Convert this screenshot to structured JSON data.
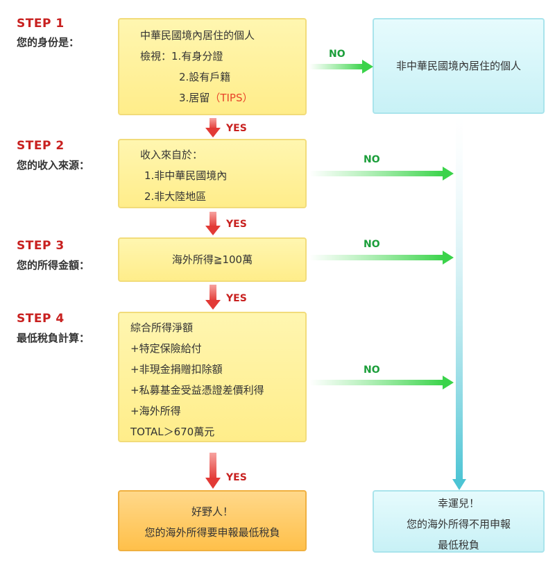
{
  "steps": [
    {
      "title": "STEP 1",
      "subtitle": "您的身份是："
    },
    {
      "title": "STEP 2",
      "subtitle": "您的收入來源："
    },
    {
      "title": "STEP 3",
      "subtitle": "您的所得金額："
    },
    {
      "title": "STEP 4",
      "subtitle": "最低稅負計算："
    }
  ],
  "box1": {
    "heading": "中華民國境內居住的個人",
    "check_label": "檢視：",
    "items": [
      "1.有身分證",
      "2.設有戶籍",
      "3.居留"
    ],
    "tips": "（TIPS）"
  },
  "box2": {
    "heading": "收入來自於：",
    "items": [
      "1.非中華民國境內",
      "2.非大陸地區"
    ]
  },
  "box3": {
    "text": "海外所得≧100萬"
  },
  "box4": {
    "lines": [
      "綜合所得淨額",
      "+特定保險給付",
      "+非現金捐贈扣除額",
      "+私募基金受益憑證差價利得",
      "+海外所得",
      "TOTAL＞670萬元"
    ]
  },
  "result_yes": {
    "line1": "好野人！",
    "line2": "您的海外所得要申報最低稅負"
  },
  "non_resident": {
    "text": "非中華民國境內居住的個人"
  },
  "result_no": {
    "line1": "幸運兒！",
    "line2": "您的海外所得不用申報",
    "line3": "最低稅負"
  },
  "labels": {
    "yes": "YES",
    "no": "NO"
  },
  "colors": {
    "red": "#c8201f",
    "green": "#1b9e3a",
    "yellow": "#fff3a0",
    "orange": "#ffc04a",
    "cyan": "#c8f1f6"
  }
}
